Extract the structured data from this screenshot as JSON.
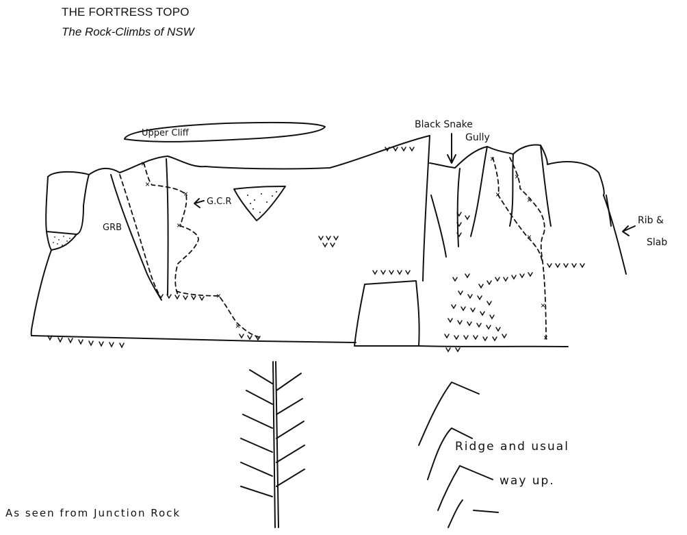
{
  "header": {
    "title": "THE FORTRESS TOPO",
    "subtitle": "The Rock-Climbs of NSW"
  },
  "labels": {
    "upper_cliff": "Upper Cliff",
    "black_snake_gully_1": "Black Snake",
    "black_snake_gully_2": "Gully",
    "grb": "GRB",
    "gcr": "G.C.R",
    "rib_slab_1": "Rib &",
    "rib_slab_2": "Slab",
    "ridge_1": "Ridge and usual",
    "ridge_2": "way up.",
    "view_note": "As seen from Junction Rock"
  }
}
